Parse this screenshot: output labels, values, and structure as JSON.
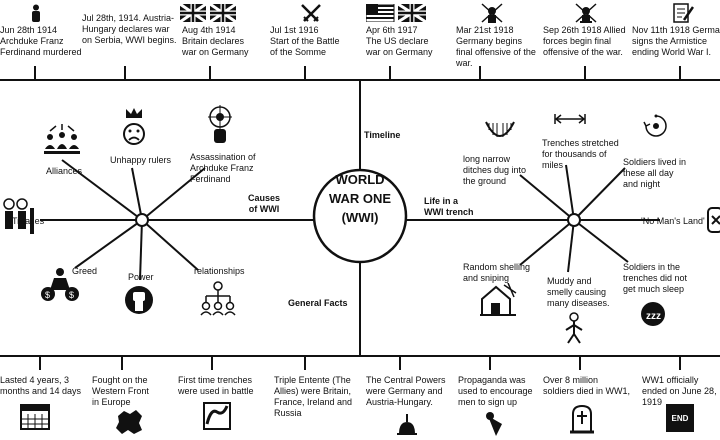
{
  "center": {
    "line1": "WORLD",
    "line2": "WAR ONE",
    "line3": "(WWI)"
  },
  "branches": {
    "timeline": "Timeline",
    "causes": [
      "Causes",
      "of WWI"
    ],
    "life": [
      "Life in a",
      "WWI trench"
    ],
    "facts": "General Facts"
  },
  "timeline": [
    {
      "lines": [
        "Jun 28th 1914",
        "Archduke Franz",
        "Ferdinand murdered"
      ],
      "icon": "person-icon"
    },
    {
      "lines": [
        "Jul 28th, 1914. Austria-",
        "Hungary declares war",
        "on Serbia, WWI begins."
      ],
      "icon": "none"
    },
    {
      "lines": [
        "Aug  4th 1914",
        "Britain declares",
        "war on Germany"
      ],
      "icon": "flags-uk-germany-icon"
    },
    {
      "lines": [
        "Jul 1st 1916",
        "Start of the Battle",
        "of the Somme"
      ],
      "icon": "crossed-swords-icon"
    },
    {
      "lines": [
        "Apr 6th 1917",
        "The US declare",
        "war on Germany"
      ],
      "icon": "flags-us-uk-icon"
    },
    {
      "lines": [
        "Mar 21st 1918",
        "Germany begins",
        "final offensive of the",
        "war."
      ],
      "icon": "soldier-icon"
    },
    {
      "lines": [
        "Sep 26th 1918 Allied",
        "forces begin final",
        "offensive of the war."
      ],
      "icon": "soldier-emblem-icon"
    },
    {
      "lines": [
        "Nov 11th 1918 Germany",
        "signs the Armistice",
        "ending World War I."
      ],
      "icon": "signing-document-icon"
    }
  ],
  "causes": [
    {
      "lines": [
        "Alliances"
      ],
      "icon": "alliance-people-icon"
    },
    {
      "lines": [
        "Unhappy rulers"
      ],
      "icon": "unhappy-king-icon"
    },
    {
      "lines": [
        "Assassination of",
        "Archduke Franz",
        "Ferdinand"
      ],
      "icon": "target-person-icon"
    },
    {
      "lines": [
        "Treaties"
      ],
      "icon": "treaty-people-icon"
    },
    {
      "lines": [
        "Greed"
      ],
      "icon": "greed-money-icon"
    },
    {
      "lines": [
        "Power"
      ],
      "icon": "raised-fist-icon"
    },
    {
      "lines": [
        "relationships"
      ],
      "icon": "network-people-icon"
    }
  ],
  "trench": [
    {
      "lines": [
        "long narrow",
        "ditches dug into",
        "the ground"
      ],
      "icon": "ditch-icon"
    },
    {
      "lines": [
        "Trenches stretched",
        "for thousands of",
        "miles"
      ],
      "icon": "double-arrow-icon"
    },
    {
      "lines": [
        "Soldiers lived in",
        "these all day",
        "and night"
      ],
      "icon": "day-night-cycle-icon"
    },
    {
      "lines": [
        "'No Man's Land'"
      ],
      "icon": "no-mans-land-icon"
    },
    {
      "lines": [
        "Random shelling",
        "and sniping"
      ],
      "icon": "shelled-house-icon"
    },
    {
      "lines": [
        "Muddy and",
        "smelly causing",
        "many diseases."
      ],
      "icon": "sick-person-icon"
    },
    {
      "lines": [
        "Soldiers in the",
        "trenches did not",
        "get much sleep"
      ],
      "icon": "sleep-zzz-icon"
    }
  ],
  "facts": [
    {
      "lines": [
        "Lasted 4 years, 3",
        "months and 14 days"
      ],
      "icon": "calendar-icon"
    },
    {
      "lines": [
        "Fought on the",
        "Western Front",
        "in Europe"
      ],
      "icon": "europe-map-icon"
    },
    {
      "lines": [
        "First time trenches",
        "were used in battle"
      ],
      "icon": "trench-wave-icon"
    },
    {
      "lines": [
        "Triple Entente (The",
        "Allies) were Britain,",
        "France, Ireland and",
        "Russia"
      ],
      "icon": "none"
    },
    {
      "lines": [
        "The Central Powers",
        "were Germany and",
        "Austria-Hungary."
      ],
      "icon": "pickelhaube-helmet-icon"
    },
    {
      "lines": [
        "Propaganda was",
        "used to encourage",
        "men to sign up"
      ],
      "icon": "megaphone-icon"
    },
    {
      "lines": [
        "Over 8 million",
        "soldiers died in WW1,"
      ],
      "icon": "gravestone-icon"
    },
    {
      "lines": [
        "WW1 officially",
        "ended on June 28,",
        "1919"
      ],
      "icon": "end-sign-icon"
    }
  ],
  "end_label": "END"
}
